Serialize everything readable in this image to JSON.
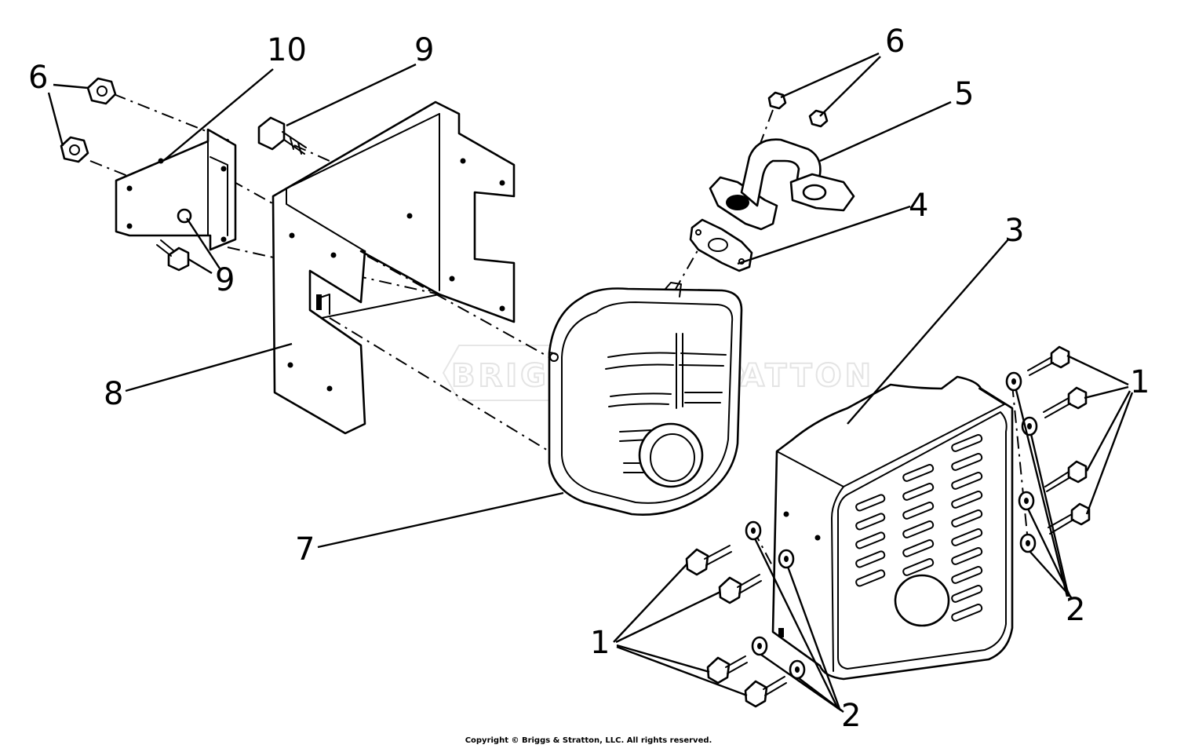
{
  "diagram": {
    "watermark": "BRIGGS & STRATTON",
    "callouts": {
      "c1a": "1",
      "c1b": "1",
      "c2a": "2",
      "c2b": "2",
      "c3": "3",
      "c4": "4",
      "c5": "5",
      "c6a": "6",
      "c6b": "6",
      "c7": "7",
      "c8": "8",
      "c9a": "9",
      "c9b": "9",
      "c10": "10"
    }
  },
  "footer": {
    "copyright": "Copyright © Briggs & Stratton, LLC. All rights reserved."
  }
}
